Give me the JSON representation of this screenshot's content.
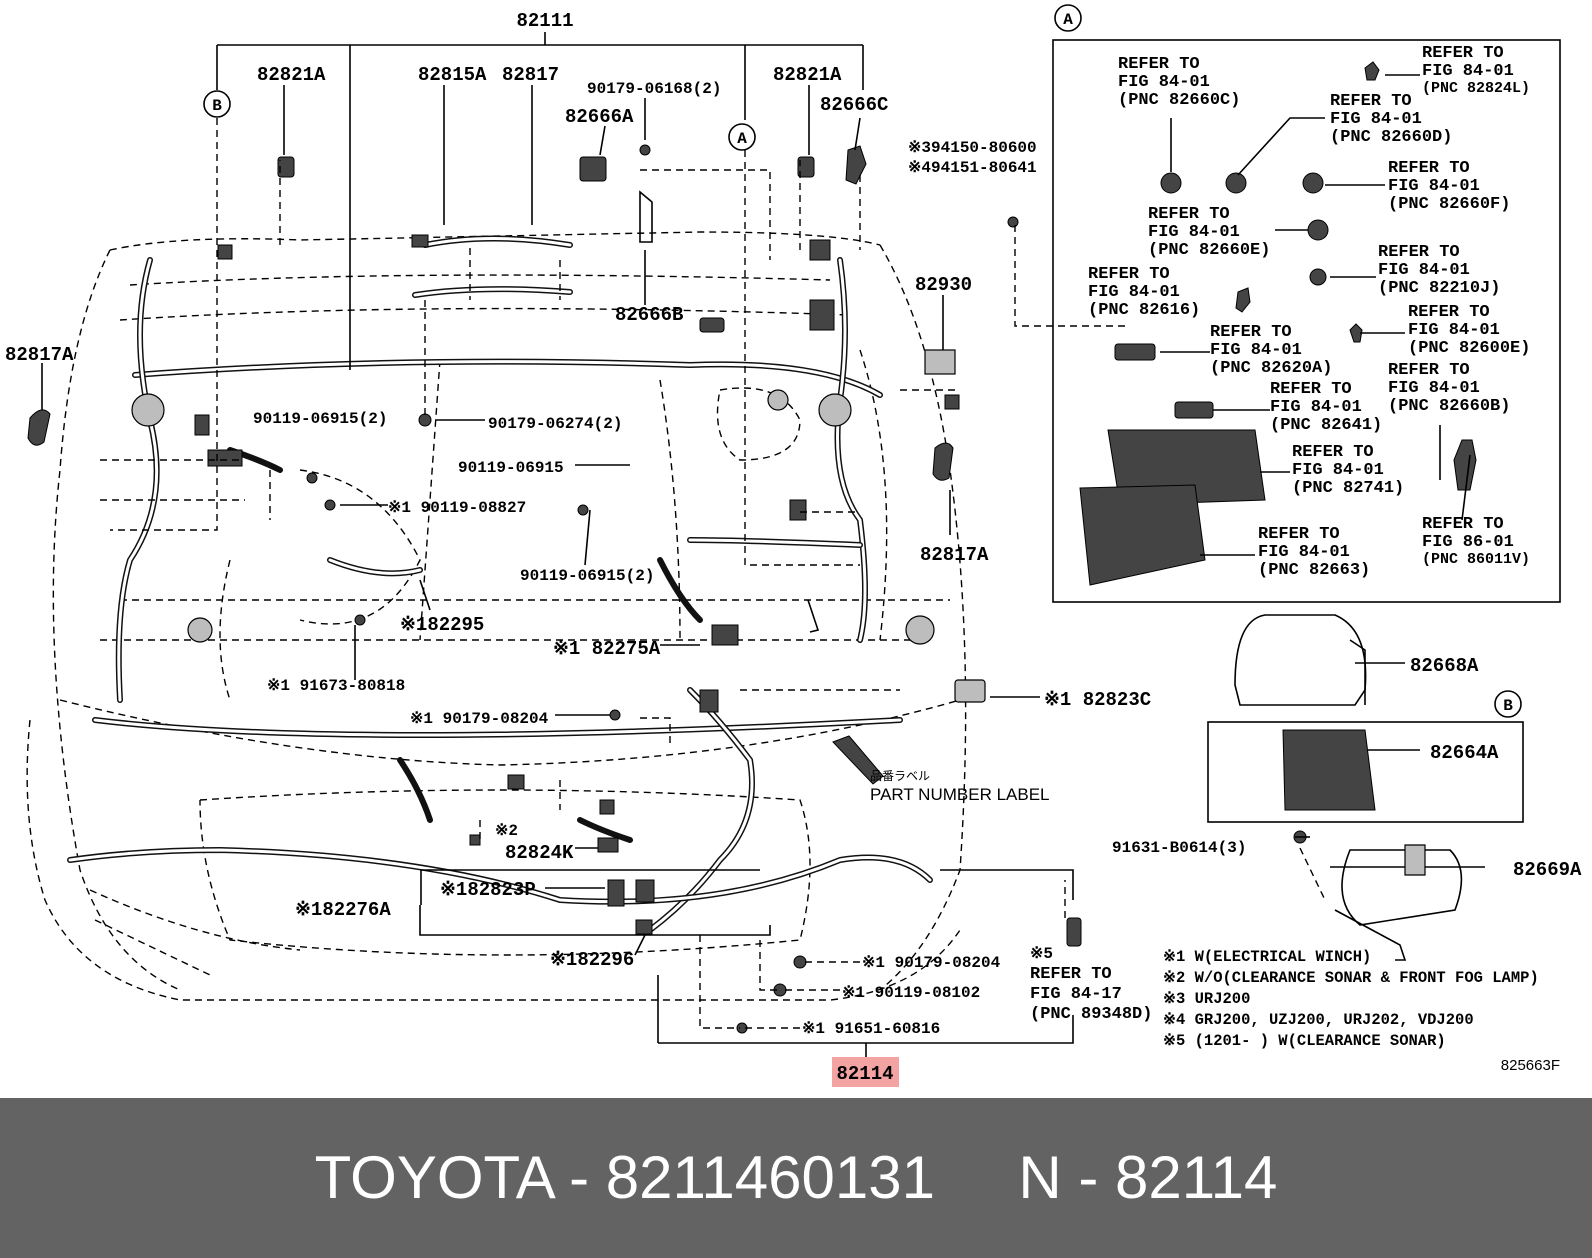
{
  "diagram": {
    "top_label": "82111",
    "callout_A": "A",
    "callout_B": "B",
    "labels": {
      "l_82821A_left": "82821A",
      "l_82815A": "82815A",
      "l_82817": "82817",
      "l_90179_06168": "90179-06168(2)",
      "l_82666A": "82666A",
      "l_82821A_right": "82821A",
      "l_82666C": "82666C",
      "l_note3_94150": "※394150-80600",
      "l_note4_94151": "※494151-80641",
      "l_82930": "82930",
      "l_82666B": "82666B",
      "l_82817A_left": "82817A",
      "l_90119_06915_2a": "90119-06915(2)",
      "l_90179_06274": "90179-06274(2)",
      "l_90119_06915": "90119-06915",
      "l_90119_08827": "※1 90119-08827",
      "l_90119_06915_2b": "90119-06915(2)",
      "l_82817A_right": "82817A",
      "l_82295": "※182295",
      "l_82275A": "※1 82275A",
      "l_91673": "※1 91673-80818",
      "l_82823C": "※1 82823C",
      "l_90179_08204a": "※1 90179-08204",
      "l_label_jp": "品番ラベル",
      "l_part_number_label": "PART NUMBER LABEL",
      "l_note2": "※2",
      "l_82824K": "82824K",
      "l_82823P": "※182823P",
      "l_82276A": "※182276A",
      "l_82296": "※182296",
      "l_90179_08204b": "※1 90179-08204",
      "l_90119_08102": "※1 90119-08102",
      "l_91651": "※1 91651-60816",
      "l_note5": "※5",
      "l_refer_8417_1": "REFER TO",
      "l_refer_8417_2": "FIG 84-17",
      "l_refer_8417_3": "(PNC 89348D)",
      "l_82114": "82114",
      "l_82668A": "82668A",
      "l_82664A": "82664A",
      "l_91631": "91631-B0614(3)",
      "l_82669A": "82669A",
      "l_fig_code": "825663F"
    },
    "refer_blocks": [
      {
        "name": "refer-82660C",
        "lines": [
          "REFER TO",
          "FIG 84-01",
          "(PNC 82660C)"
        ]
      },
      {
        "name": "refer-82824L",
        "lines": [
          "REFER TO",
          "FIG 84-01",
          "(PNC 82824L)"
        ]
      },
      {
        "name": "refer-82660D",
        "lines": [
          "REFER TO",
          "FIG 84-01",
          "(PNC 82660D)"
        ]
      },
      {
        "name": "refer-82660F",
        "lines": [
          "REFER TO",
          "FIG 84-01",
          "(PNC 82660F)"
        ]
      },
      {
        "name": "refer-82660E",
        "lines": [
          "REFER TO",
          "FIG 84-01",
          "(PNC 82660E)"
        ]
      },
      {
        "name": "refer-82210J",
        "lines": [
          "REFER TO",
          "FIG 84-01",
          "(PNC 82210J)"
        ]
      },
      {
        "name": "refer-82616",
        "lines": [
          "REFER TO",
          "FIG 84-01",
          "(PNC 82616)"
        ]
      },
      {
        "name": "refer-82600E",
        "lines": [
          "REFER TO",
          "FIG 84-01",
          "(PNC 82600E)"
        ]
      },
      {
        "name": "refer-82620A",
        "lines": [
          "REFER TO",
          "FIG 84-01",
          "(PNC 82620A)"
        ]
      },
      {
        "name": "refer-82660B",
        "lines": [
          "REFER TO",
          "FIG 84-01",
          "(PNC 82660B)"
        ]
      },
      {
        "name": "refer-82641",
        "lines": [
          "REFER TO",
          "FIG 84-01",
          "(PNC 82641)"
        ]
      },
      {
        "name": "refer-82741",
        "lines": [
          "REFER TO",
          "FIG 84-01",
          "(PNC 82741)"
        ]
      },
      {
        "name": "refer-86011V",
        "lines": [
          "REFER TO",
          "FIG 86-01",
          "(PNC 86011V)"
        ]
      },
      {
        "name": "refer-82663",
        "lines": [
          "REFER TO",
          "FIG 84-01",
          "(PNC 82663)"
        ]
      }
    ],
    "notes": [
      "※1 W(ELECTRICAL WINCH)",
      "※2 W/O(CLEARANCE SONAR & FRONT FOG LAMP)",
      "※3 URJ200",
      "※4 GRJ200, UZJ200, URJ202, VDJ200",
      "※5 (1201-      ) W(CLEARANCE SONAR)"
    ],
    "highlight_color": "#f4a3a3"
  },
  "footer": {
    "text": "TOYOTA - 8211460131     N - 82114",
    "background": "#636363",
    "color": "#ffffff"
  }
}
